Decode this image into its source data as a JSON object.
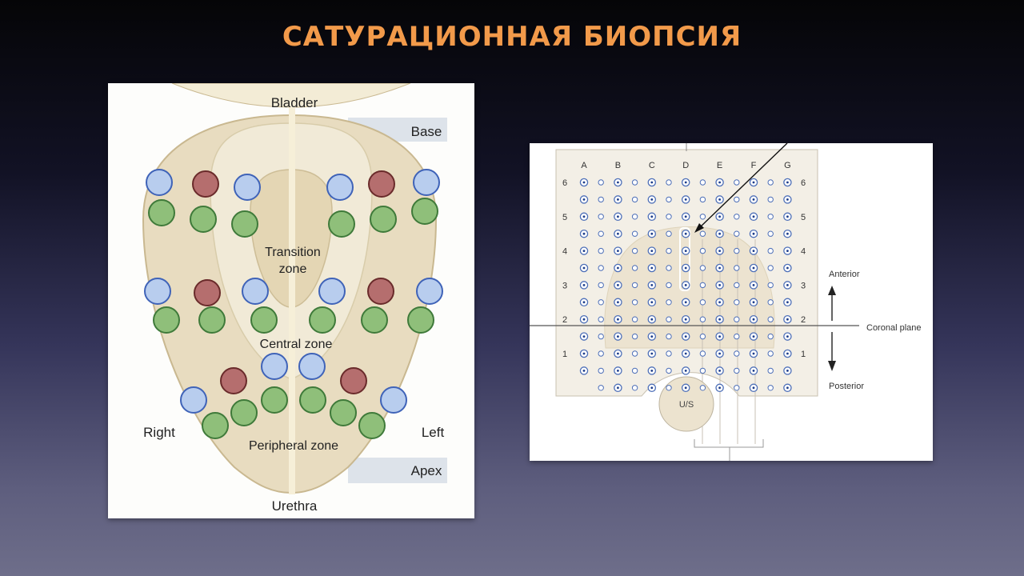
{
  "title": "САТУРАЦИОННАЯ БИОПСИЯ",
  "colors": {
    "title": "#f29a4a",
    "prostate_fill": "#e8dcc0",
    "prostate_stroke": "#c9b890",
    "core_blue": "#b8cdee",
    "core_red": "#b56e6e",
    "core_green": "#8fbf7a",
    "label_band": "#dde3ea",
    "grid_fill": "#ece3cf"
  },
  "left_diagram": {
    "bladder": "Bladder",
    "base": "Base",
    "transition_zone": "Transition\nzone",
    "central_zone": "Central zone",
    "peripheral_zone": "Peripheral zone",
    "right": "Right",
    "left": "Left",
    "apex": "Apex",
    "urethra": "Urethra"
  },
  "right_diagram": {
    "columns": [
      "A",
      "B",
      "C",
      "D",
      "E",
      "F",
      "G"
    ],
    "rows": [
      "6",
      "5",
      "4",
      "3",
      "2",
      "1"
    ],
    "anterior": "Anterior",
    "coronal_plane": "Coronal plane",
    "posterior": "Posterior",
    "probe": "U/S"
  }
}
